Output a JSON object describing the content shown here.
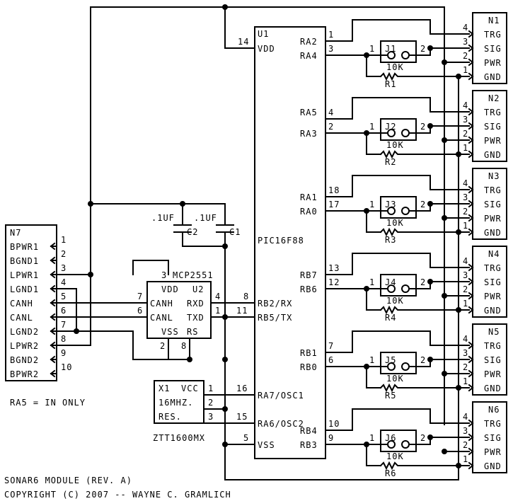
{
  "u1": {
    "ref": "U1",
    "part": "PIC16F88",
    "pins": {
      "vdd_num": "14",
      "vdd": "VDD",
      "ra2": "RA2",
      "ra2_num": "1",
      "ra4": "RA4",
      "ra4_num": "3",
      "ra5": "RA5",
      "ra5_num": "4",
      "ra3": "RA3",
      "ra3_num": "2",
      "ra1": "RA1",
      "ra1_num": "18",
      "ra0": "RA0",
      "ra0_num": "17",
      "rb7": "RB7",
      "rb7_num": "13",
      "rb6": "RB6",
      "rb6_num": "12",
      "rb1": "RB1",
      "rb1_num": "7",
      "rb0": "RB0",
      "rb0_num": "6",
      "rb4": "RB4",
      "rb4_num": "10",
      "rb3": "RB3",
      "rb3_num": "9",
      "rb2": "RB2/RX",
      "rb2_num": "8",
      "rb5": "RB5/TX",
      "rb5_num": "11",
      "ra7": "RA7/OSC1",
      "ra7_num": "16",
      "ra6": "RA6/OSC2",
      "ra6_num": "15",
      "vss": "VSS",
      "vss_num": "5"
    }
  },
  "u2": {
    "ref": "U2",
    "part": "MCP2551",
    "vdd": "VDD",
    "vdd_num": "3",
    "canh": "CANH",
    "canh_num": "7",
    "canl": "CANL",
    "canl_num": "6",
    "rxd": "RXD",
    "rxd_num": "4",
    "txd": "TXD",
    "txd_num": "1",
    "vss": "VSS",
    "vss_num": "2",
    "rs": "RS",
    "rs_num": "8"
  },
  "capacitors": [
    {
      "ref": "C2",
      "value": ".1UF"
    },
    {
      "ref": "C1",
      "value": ".1UF"
    }
  ],
  "x1": {
    "ref": "X1",
    "vcc": "VCC",
    "freq": "16MHZ.",
    "res": "RES.",
    "part": "ZTT1600MX",
    "pin1": "1",
    "pin2": "2",
    "pin3": "3"
  },
  "n7": {
    "ref": "N7",
    "pins": [
      {
        "num": "1",
        "label": "BPWR1"
      },
      {
        "num": "2",
        "label": "BGND1"
      },
      {
        "num": "3",
        "label": "LPWR1"
      },
      {
        "num": "4",
        "label": "LGND1"
      },
      {
        "num": "5",
        "label": "CANH"
      },
      {
        "num": "6",
        "label": "CANL"
      },
      {
        "num": "7",
        "label": "LGND2"
      },
      {
        "num": "8",
        "label": "LPWR2"
      },
      {
        "num": "9",
        "label": "BGND2"
      },
      {
        "num": "10",
        "label": "BPWR2"
      }
    ]
  },
  "sonar_connectors": [
    {
      "ref": "N1",
      "jumper": "J1",
      "resistor": "R1"
    },
    {
      "ref": "N2",
      "jumper": "J2",
      "resistor": "R2"
    },
    {
      "ref": "N3",
      "jumper": "J3",
      "resistor": "R3"
    },
    {
      "ref": "N4",
      "jumper": "J4",
      "resistor": "R4"
    },
    {
      "ref": "N5",
      "jumper": "J5",
      "resistor": "R5"
    },
    {
      "ref": "N6",
      "jumper": "J6",
      "resistor": "R6"
    }
  ],
  "sonar_pins": [
    {
      "num": "4",
      "label": "TRG"
    },
    {
      "num": "3",
      "label": "SIG"
    },
    {
      "num": "2",
      "label": "PWR"
    },
    {
      "num": "1",
      "label": "GND"
    }
  ],
  "jumper_pins": {
    "left": "1",
    "right": "2"
  },
  "resistor_value": "10K",
  "notes": {
    "ra5": "RA5 = IN ONLY",
    "title": "SONAR6 MODULE (REV. A)",
    "copyright": "COPYRIGHT (C) 2007 -- WAYNE C. GRAMLICH"
  }
}
